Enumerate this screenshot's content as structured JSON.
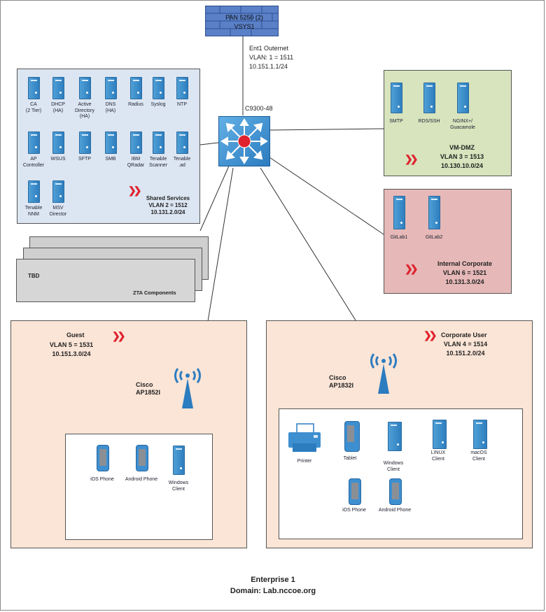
{
  "firewall": {
    "name": "PAN 5250 (2)",
    "vsys": "VSYS1"
  },
  "uplink": {
    "name": "Ent1 Outernet",
    "vlan": "VLAN: 1 = 1511",
    "subnet": "10.151.1.1/24"
  },
  "switch": {
    "name": "C9300-48"
  },
  "shared_services": {
    "servers": [
      "CA\n(2 Tier)",
      "DHCP\n(HA)",
      "Active\nDirectory\n(HA)",
      "DNS\n(HA)",
      "Radius",
      "Syslog",
      "NTP",
      "AP\nController",
      "WSUS",
      "SFTP",
      "SMB",
      "IBM\nQRadar",
      "Tenable\nScanner",
      "Tenable\n.ad",
      "Tenable\nNNM",
      "MSV\nDirector"
    ],
    "title": "Shared Services",
    "vlan": "VLAN 2 = 1512",
    "subnet": "10.131.2.0/24"
  },
  "zta": {
    "tbd": "TBD",
    "title": "ZTA Components"
  },
  "vm_dmz": {
    "servers": [
      "SMTP",
      "RDS/SSH",
      "NGINX+/\nGuacamole"
    ],
    "title": "VM-DMZ",
    "vlan": "VLAN 3 = 1513",
    "subnet": "10.130.10.0/24"
  },
  "internal_corp": {
    "servers": [
      "GitLab1",
      "GitLab2"
    ],
    "title": "Internal Corporate",
    "vlan": "VLAN 6 = 1521",
    "subnet": "10.131.3.0/24"
  },
  "guest": {
    "title": "Guest",
    "vlan": "VLAN 5 = 1531",
    "subnet": "10.151.3.0/24",
    "ap": "Cisco\nAP1852I",
    "devices": [
      "iOS Phone",
      "Android Phone",
      "Windows\nClient"
    ]
  },
  "corporate_user": {
    "title": "Corporate User",
    "vlan": "VLAN 4 = 1514",
    "subnet": "10.151.2.0/24",
    "ap": "Cisco\nAP1832I",
    "devices": [
      "Printer",
      "Tablet",
      "Windows\nClient",
      "LINUX\nClient",
      "macOS\nClient",
      "iOS Phone",
      "Android Phone"
    ]
  },
  "footer": {
    "enterprise": "Enterprise 1",
    "domain": "Domain: Lab.nccoe.org"
  },
  "colors": {
    "shared_bg": "#dce6f2",
    "dmz_bg": "#d7e4bd",
    "internal_bg": "#e6b9b8",
    "wifi_bg": "#fbe5d6",
    "accent_red": "#e0222e",
    "device_blue": "#3d8fd0"
  }
}
